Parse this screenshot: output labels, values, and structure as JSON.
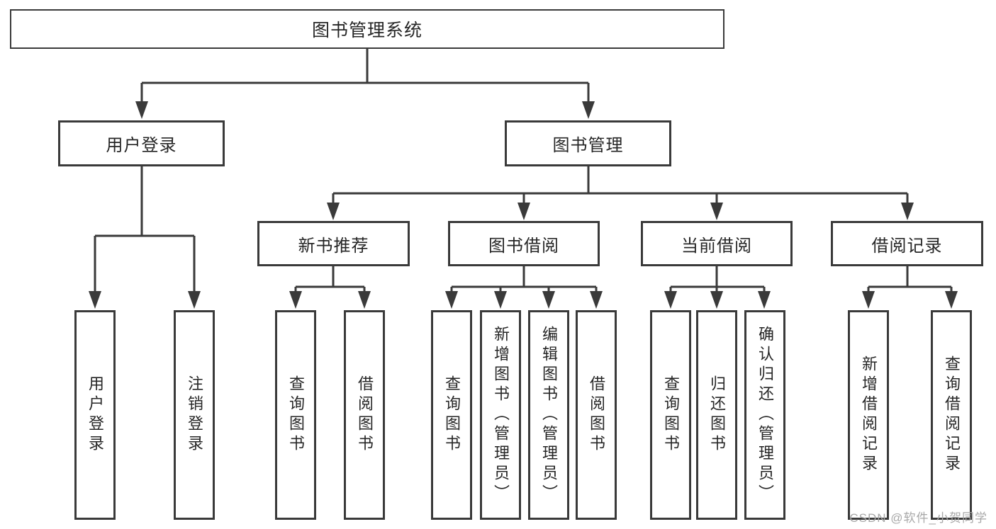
{
  "diagram": {
    "type": "hierarchy-tree",
    "title": "图书管理系统"
  },
  "nodes": {
    "root": "图书管理系统",
    "user_login": "用户登录",
    "book_mgmt": "图书管理",
    "new_book_rec": "新书推荐",
    "book_borrow": "图书借阅",
    "current_borrow": "当前借阅",
    "borrow_record": "借阅记录",
    "leaf_user_login": "用户登录",
    "leaf_logout": "注销登录",
    "leaf_rec_query_books": "查询图书",
    "leaf_rec_borrow_books": "借阅图书",
    "leaf_bb_query_books": "查询图书",
    "leaf_bb_add_books": "新增图书（管理员）",
    "leaf_bb_edit_books": "编辑图书（管理员）",
    "leaf_bb_borrow_books": "借阅图书",
    "leaf_cb_query_books": "查询图书",
    "leaf_cb_return_books": "归还图书",
    "leaf_cb_confirm_return": "确认归还（管理员）",
    "leaf_br_add_record": "新增借阅记录",
    "leaf_br_query_record": "查询借阅记录"
  },
  "edges": [
    [
      "图书管理系统",
      "用户登录"
    ],
    [
      "图书管理系统",
      "图书管理"
    ],
    [
      "用户登录",
      "用户登录"
    ],
    [
      "用户登录",
      "注销登录"
    ],
    [
      "图书管理",
      "新书推荐"
    ],
    [
      "图书管理",
      "图书借阅"
    ],
    [
      "图书管理",
      "当前借阅"
    ],
    [
      "图书管理",
      "借阅记录"
    ],
    [
      "新书推荐",
      "查询图书"
    ],
    [
      "新书推荐",
      "借阅图书"
    ],
    [
      "图书借阅",
      "查询图书"
    ],
    [
      "图书借阅",
      "新增图书（管理员）"
    ],
    [
      "图书借阅",
      "编辑图书（管理员）"
    ],
    [
      "图书借阅",
      "借阅图书"
    ],
    [
      "当前借阅",
      "查询图书"
    ],
    [
      "当前借阅",
      "归还图书"
    ],
    [
      "当前借阅",
      "确认归还（管理员）"
    ],
    [
      "借阅记录",
      "新增借阅记录"
    ],
    [
      "借阅记录",
      "查询借阅记录"
    ]
  ],
  "watermark": "CSDN @软件_小贺同学",
  "colors": {
    "line": "#3a3a3a",
    "text": "#262626",
    "background": "#ffffff",
    "watermark": "#a8a8a8"
  }
}
